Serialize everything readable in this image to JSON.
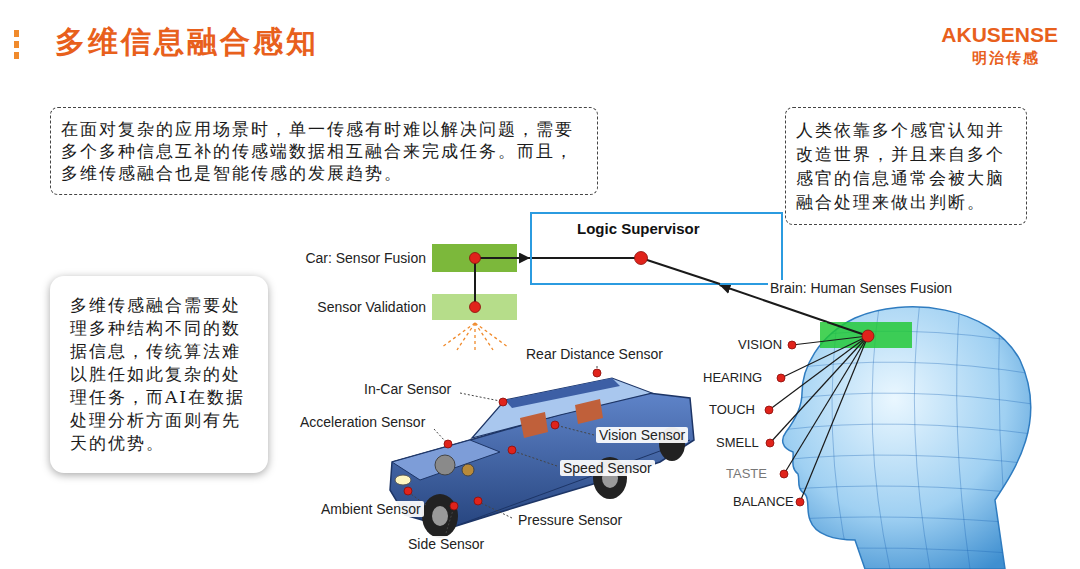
{
  "diagram": {
    "title": "多维信息融合感知",
    "nodes": [
      {
        "text": [
          "在面对复杂的应用场景时，单一传感有时难以解决问题，需要 多个多种信息互补的传感端数据相互融合来完成任务。而且， 多维传感融合也是智能传感的发展趋势。"
        ]
      },
      {
        "text": [
          "人类依靠多个感官认知并 改造世界，并且来自多个 感官的信息通常会被大脑 融合处理来做出判断。"
        ]
      },
      {
        "text": [
          "多维传感融合需要处 理多种结构不同的数 据信息，传统算法难 以胜任如此复杂的处 理任务，而AI在数据 处理分析方面则有先 天的优势。"
        ]
      },
      {
        "text": [
          "Logic Supervisor"
        ]
      },
      {
        "text": [
          "Car: Sensor Fusion"
        ]
      },
      {
        "text": [
          "Sensor Validation"
        ]
      },
      {
        "text": [
          "Brain: Human Senses Fusion"
        ]
      }
    ],
    "edges": [
      {
        "from": 5,
        "to": 4,
        "arrow": "none"
      },
      {
        "from": 4,
        "to": 3,
        "arrow": "to"
      },
      {
        "from": 6,
        "to": 3,
        "arrow": "to"
      }
    ],
    "labels": [
      "AKUSENSE",
      "明治传感",
      "Rear Distance Sensor",
      "In-Car Sensor",
      "Acceleration Sensor",
      "Vision Sensor",
      "Speed Sensor",
      "Ambient Sensor",
      "Pressure Sensor",
      "Side Sensor",
      "VISION",
      "HEARING",
      "TOUCH",
      "SMELL",
      "TASTE",
      "BALANCE"
    ]
  }
}
